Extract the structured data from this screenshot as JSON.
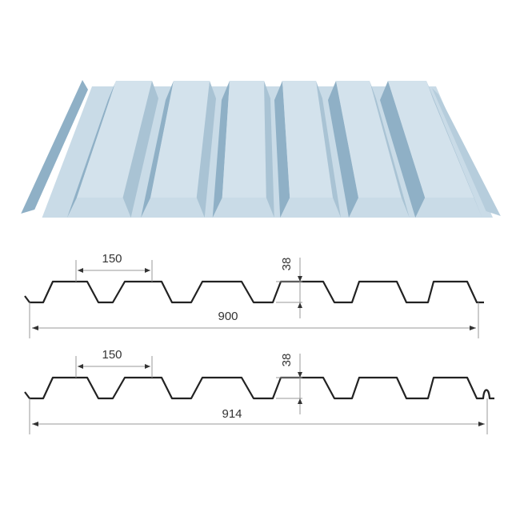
{
  "panel": {
    "color": "#c9dbe7",
    "shade": "#8fb0c6",
    "crest_count": 6
  },
  "profile_900": {
    "pitch_label": "150",
    "height_label": "38",
    "width_label": "900"
  },
  "profile_914": {
    "pitch_label": "150",
    "height_label": "38",
    "width_label": "914"
  }
}
